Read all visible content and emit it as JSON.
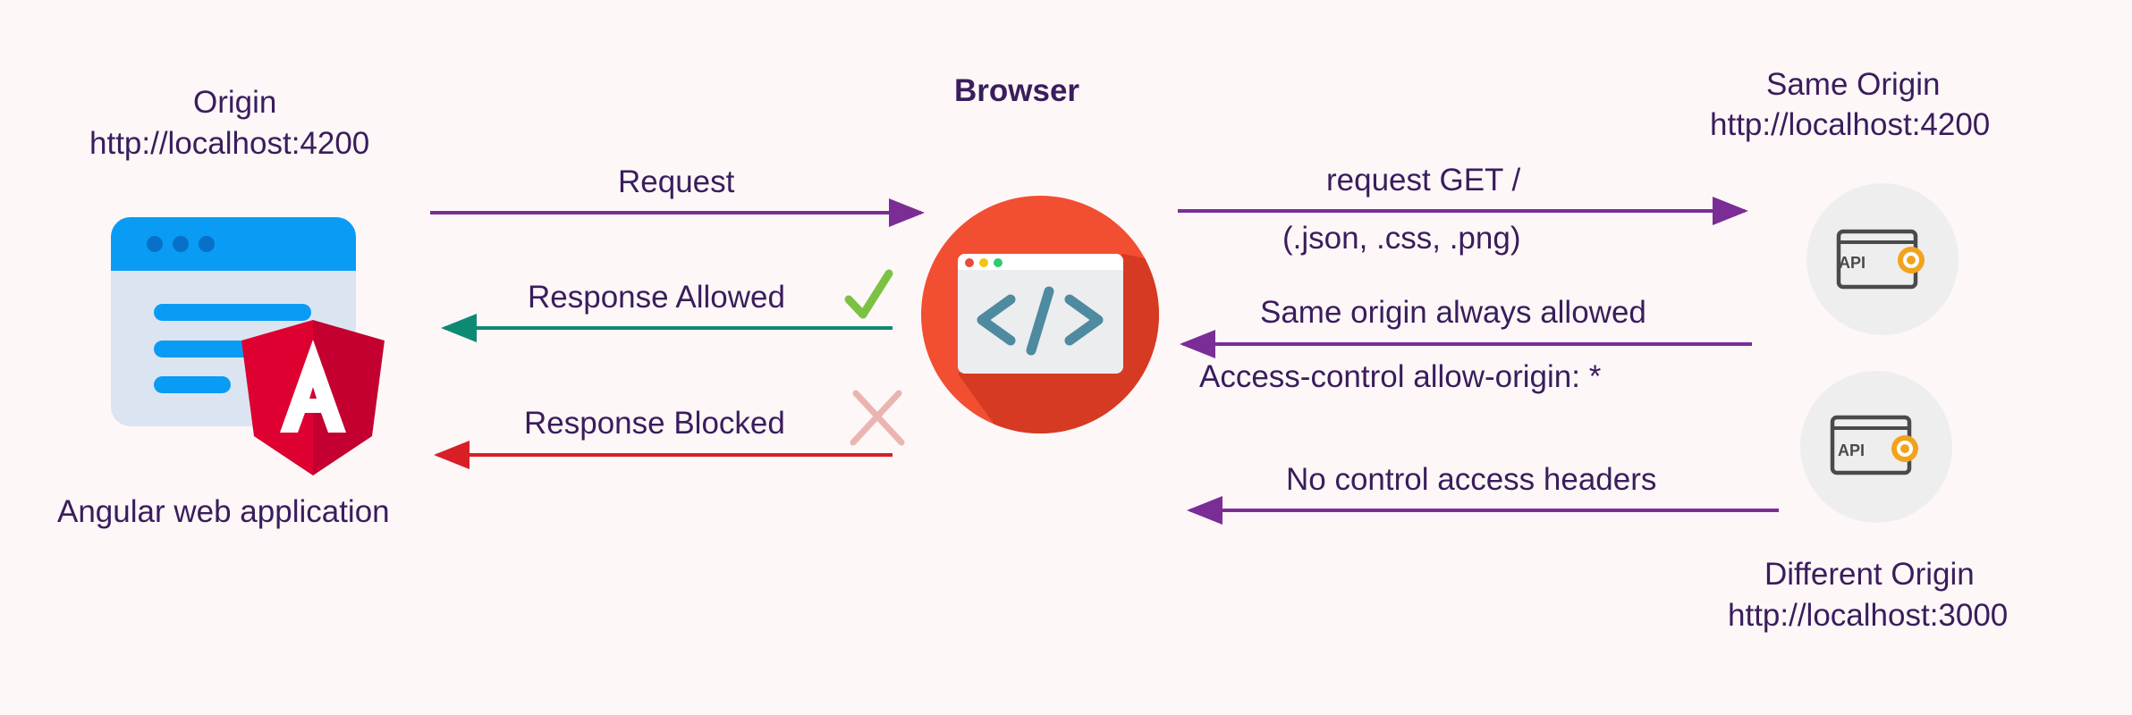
{
  "client": {
    "origin_title": "Origin",
    "origin_url": "http://localhost:4200",
    "caption": "Angular web application"
  },
  "browser": {
    "title": "Browser"
  },
  "same_origin_server": {
    "title": "Same Origin",
    "url": "http://localhost:4200",
    "icon_label": "API"
  },
  "different_origin_server": {
    "title": "Different Origin",
    "url": "http://localhost:3000",
    "icon_label": "API"
  },
  "left_arrows": {
    "request": "Request",
    "response_allowed": "Response Allowed",
    "response_blocked": "Response Blocked"
  },
  "right_arrows": {
    "request_get": "request GET /",
    "file_types": "(.json, .css, .png)",
    "same_origin_allowed": "Same origin always allowed",
    "allow_origin_header": "Access-control allow-origin: *",
    "no_headers": "No control access headers"
  },
  "colors": {
    "purple": "#7b2d96",
    "teal": "#0e8a72",
    "red": "#d81f26",
    "text": "#3a1d5c",
    "check": "#7cc242",
    "cross": "#eab5b0"
  }
}
